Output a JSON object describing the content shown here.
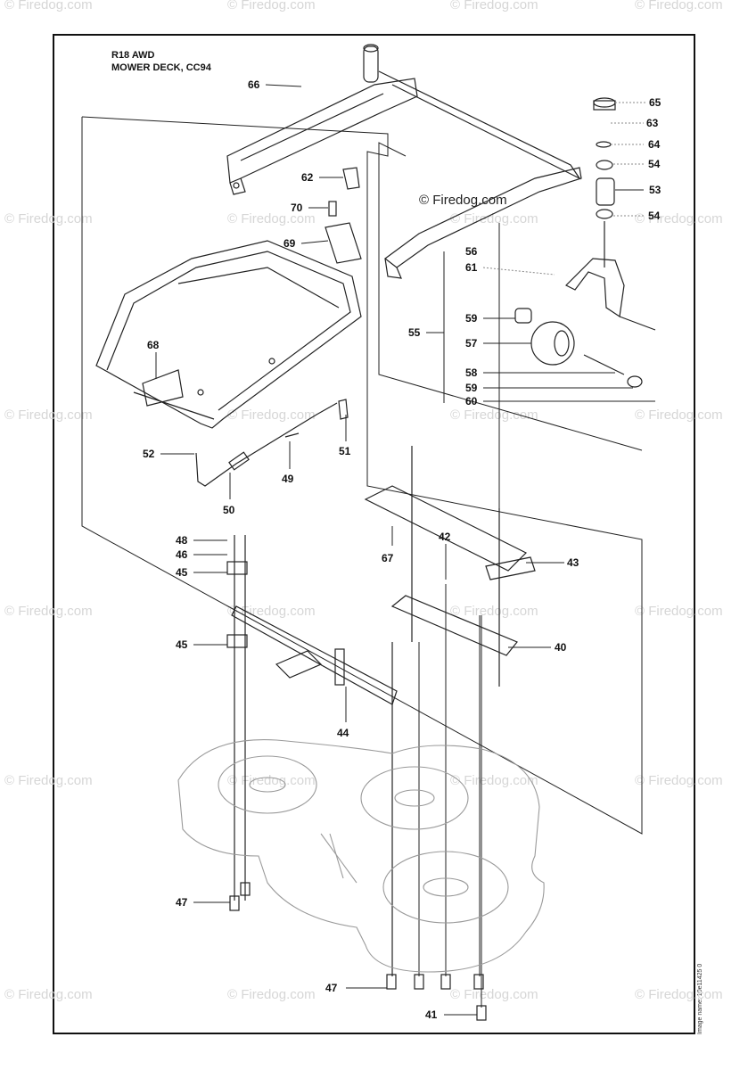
{
  "header": {
    "model": "R18 AWD",
    "assembly": "MOWER DECK, CC94"
  },
  "image_name": "Image name: 10e11425 0",
  "watermark": {
    "text": "© Firedog.com"
  },
  "callouts": [
    "66",
    "65",
    "63",
    "64",
    "54",
    "53",
    "54",
    "62",
    "70",
    "69",
    "56",
    "61",
    "55",
    "59",
    "57",
    "58",
    "59",
    "60",
    "68",
    "52",
    "50",
    "49",
    "51",
    "48",
    "46",
    "45",
    "67",
    "42",
    "43",
    "40",
    "45",
    "44",
    "47",
    "47",
    "41"
  ],
  "colors": {
    "line": "#222222",
    "deck": "#9a9a9a",
    "watermark": "#d6d6d6"
  }
}
